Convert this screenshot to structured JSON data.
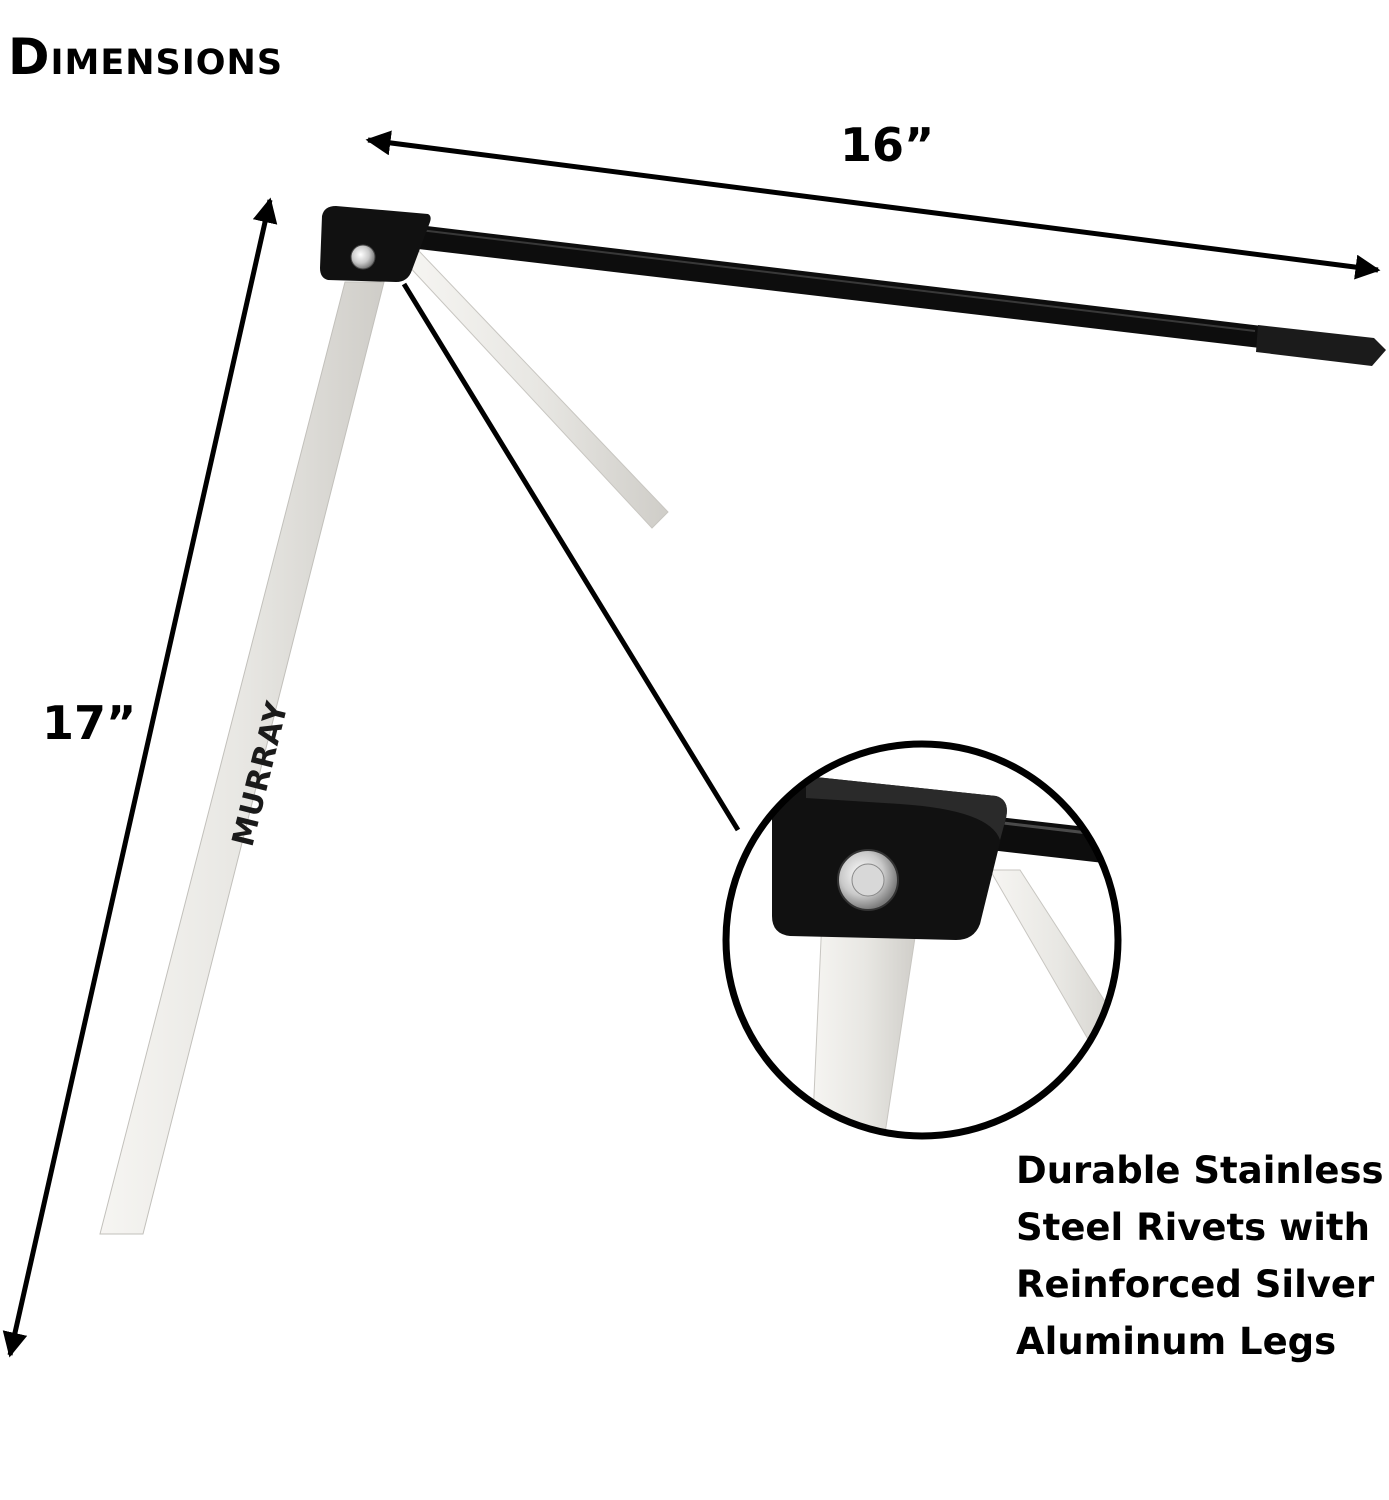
{
  "title": "Dimensions",
  "dimensions": {
    "width_label": "16”",
    "height_label": "17”"
  },
  "brand": {
    "leg_logo": "MURRAY"
  },
  "callout": {
    "lines": [
      "Durable Stainless",
      "Steel Rivets with",
      "Reinforced Silver",
      "Aluminum Legs"
    ]
  },
  "colors": {
    "arrow": "#000000",
    "bracket": "#111111",
    "leg": "#e9e8e4",
    "rod": "#0d0d0d"
  }
}
